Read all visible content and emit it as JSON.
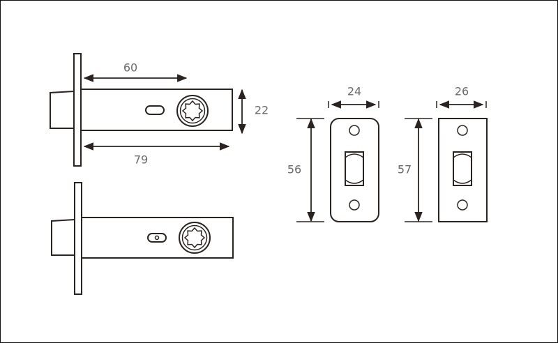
{
  "diagram": {
    "latch_top": {
      "length_dim": "60",
      "total_dim": "79",
      "height_dim": "22"
    },
    "strike_rounded": {
      "width_dim": "24",
      "height_dim": "56"
    },
    "strike_square": {
      "width_dim": "26",
      "height_dim": "57"
    },
    "line_color": "#2a2320",
    "label_color": "#6a6a6a"
  }
}
